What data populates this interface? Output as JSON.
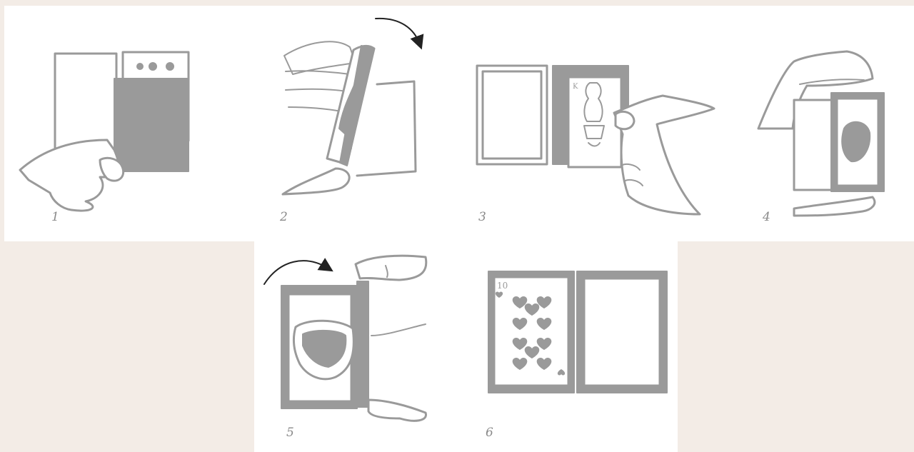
{
  "steps": [
    {
      "number": "1",
      "illustration": "hand-slides-card-out-of-case"
    },
    {
      "number": "2",
      "illustration": "card-flipped-over-arrow"
    },
    {
      "number": "3",
      "illustration": "hand-holds-face-card-in-open-case"
    },
    {
      "number": "4",
      "illustration": "hand-pinches-closed-card-stack"
    },
    {
      "number": "5",
      "illustration": "card-turned-like-page-arrow"
    },
    {
      "number": "6",
      "illustration": "ten-of-hearts-revealed-in-open-case"
    }
  ],
  "card_reveal": {
    "rank": "10",
    "suit_icon": "heart-icon"
  },
  "colors": {
    "background": "#f3ece6",
    "panel": "#ffffff",
    "ink": "#9a9a9a",
    "arrow": "#222222"
  }
}
